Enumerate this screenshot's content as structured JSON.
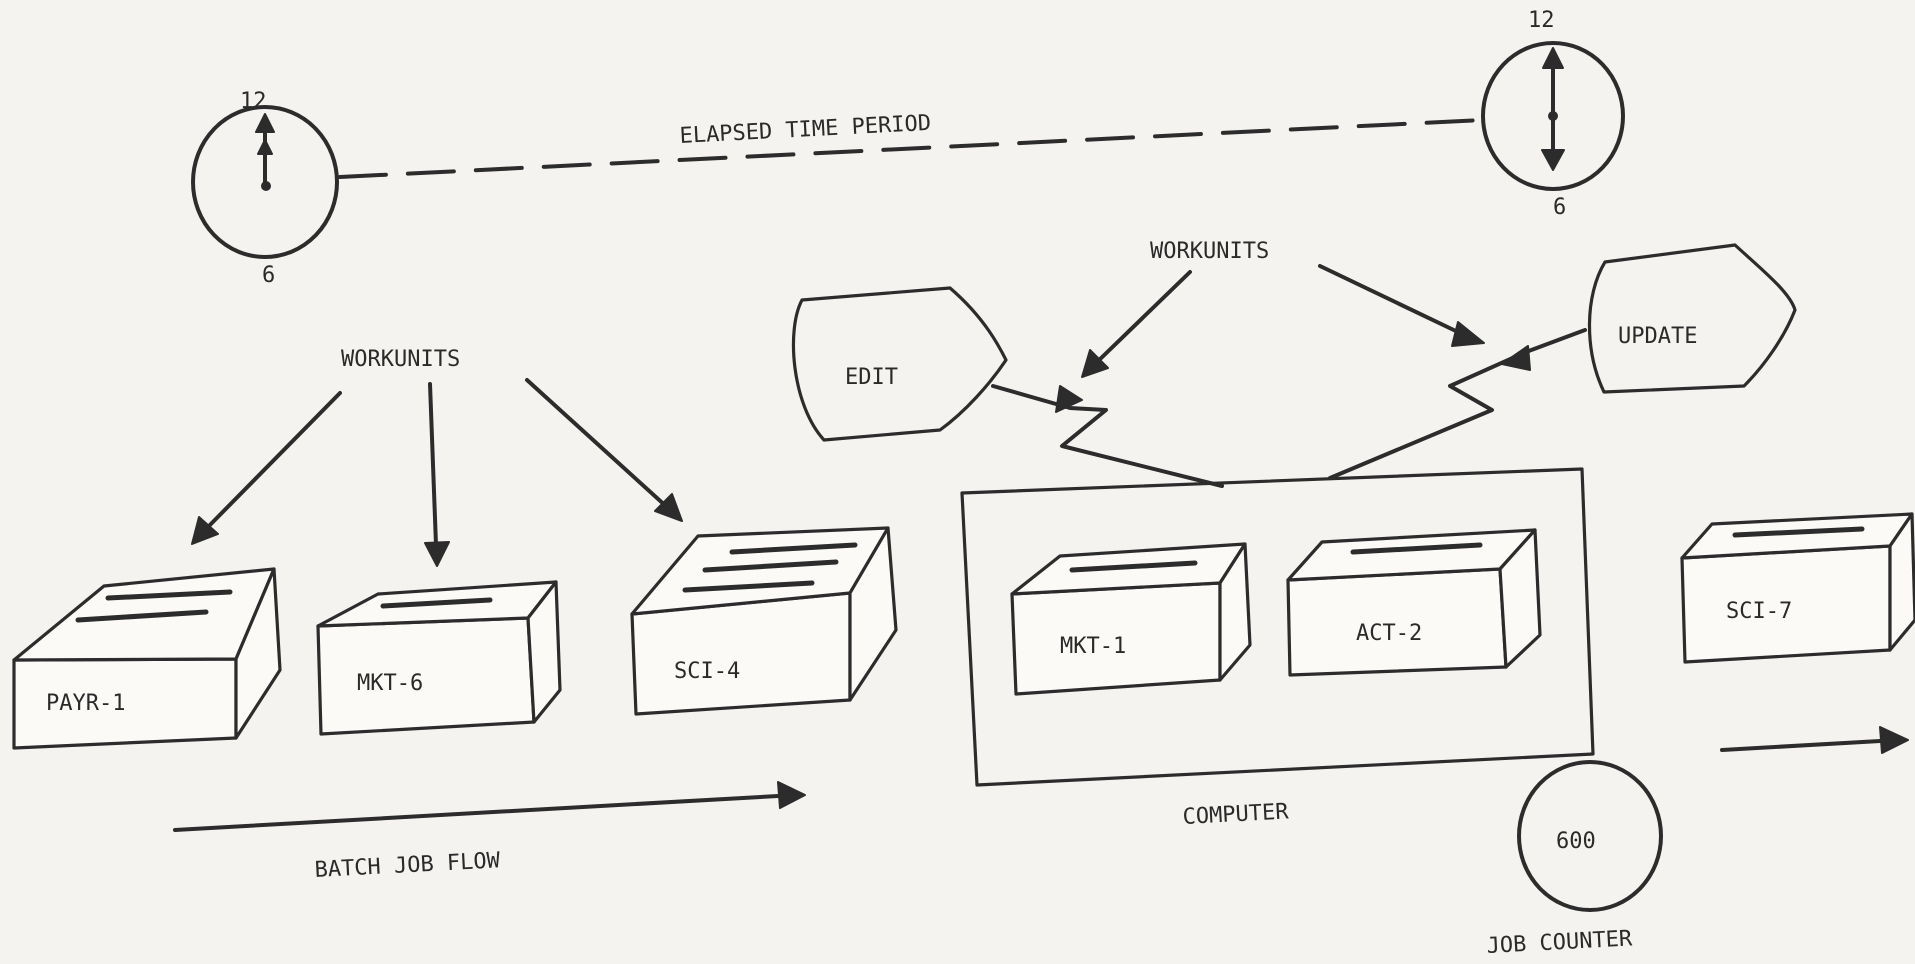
{
  "diagram": {
    "elapsed_time_label": "ELAPSED TIME PERIOD",
    "clock_start": {
      "top": "12",
      "bottom": "6"
    },
    "clock_end": {
      "top": "12",
      "bottom": "6"
    },
    "workunits_left": "WORKUNITS",
    "workunits_right": "WORKUNITS",
    "batch_boxes": [
      "PAYR-1",
      "MKT-6",
      "SCI-4"
    ],
    "computer_boxes": [
      "MKT-1",
      "ACT-2"
    ],
    "output_box": "SCI-7",
    "edit_label": "EDIT",
    "update_label": "UPDATE",
    "computer_label": "COMPUTER",
    "batch_flow_label": "BATCH JOB FLOW",
    "job_counter_value": "600",
    "job_counter_label": "JOB COUNTER"
  }
}
